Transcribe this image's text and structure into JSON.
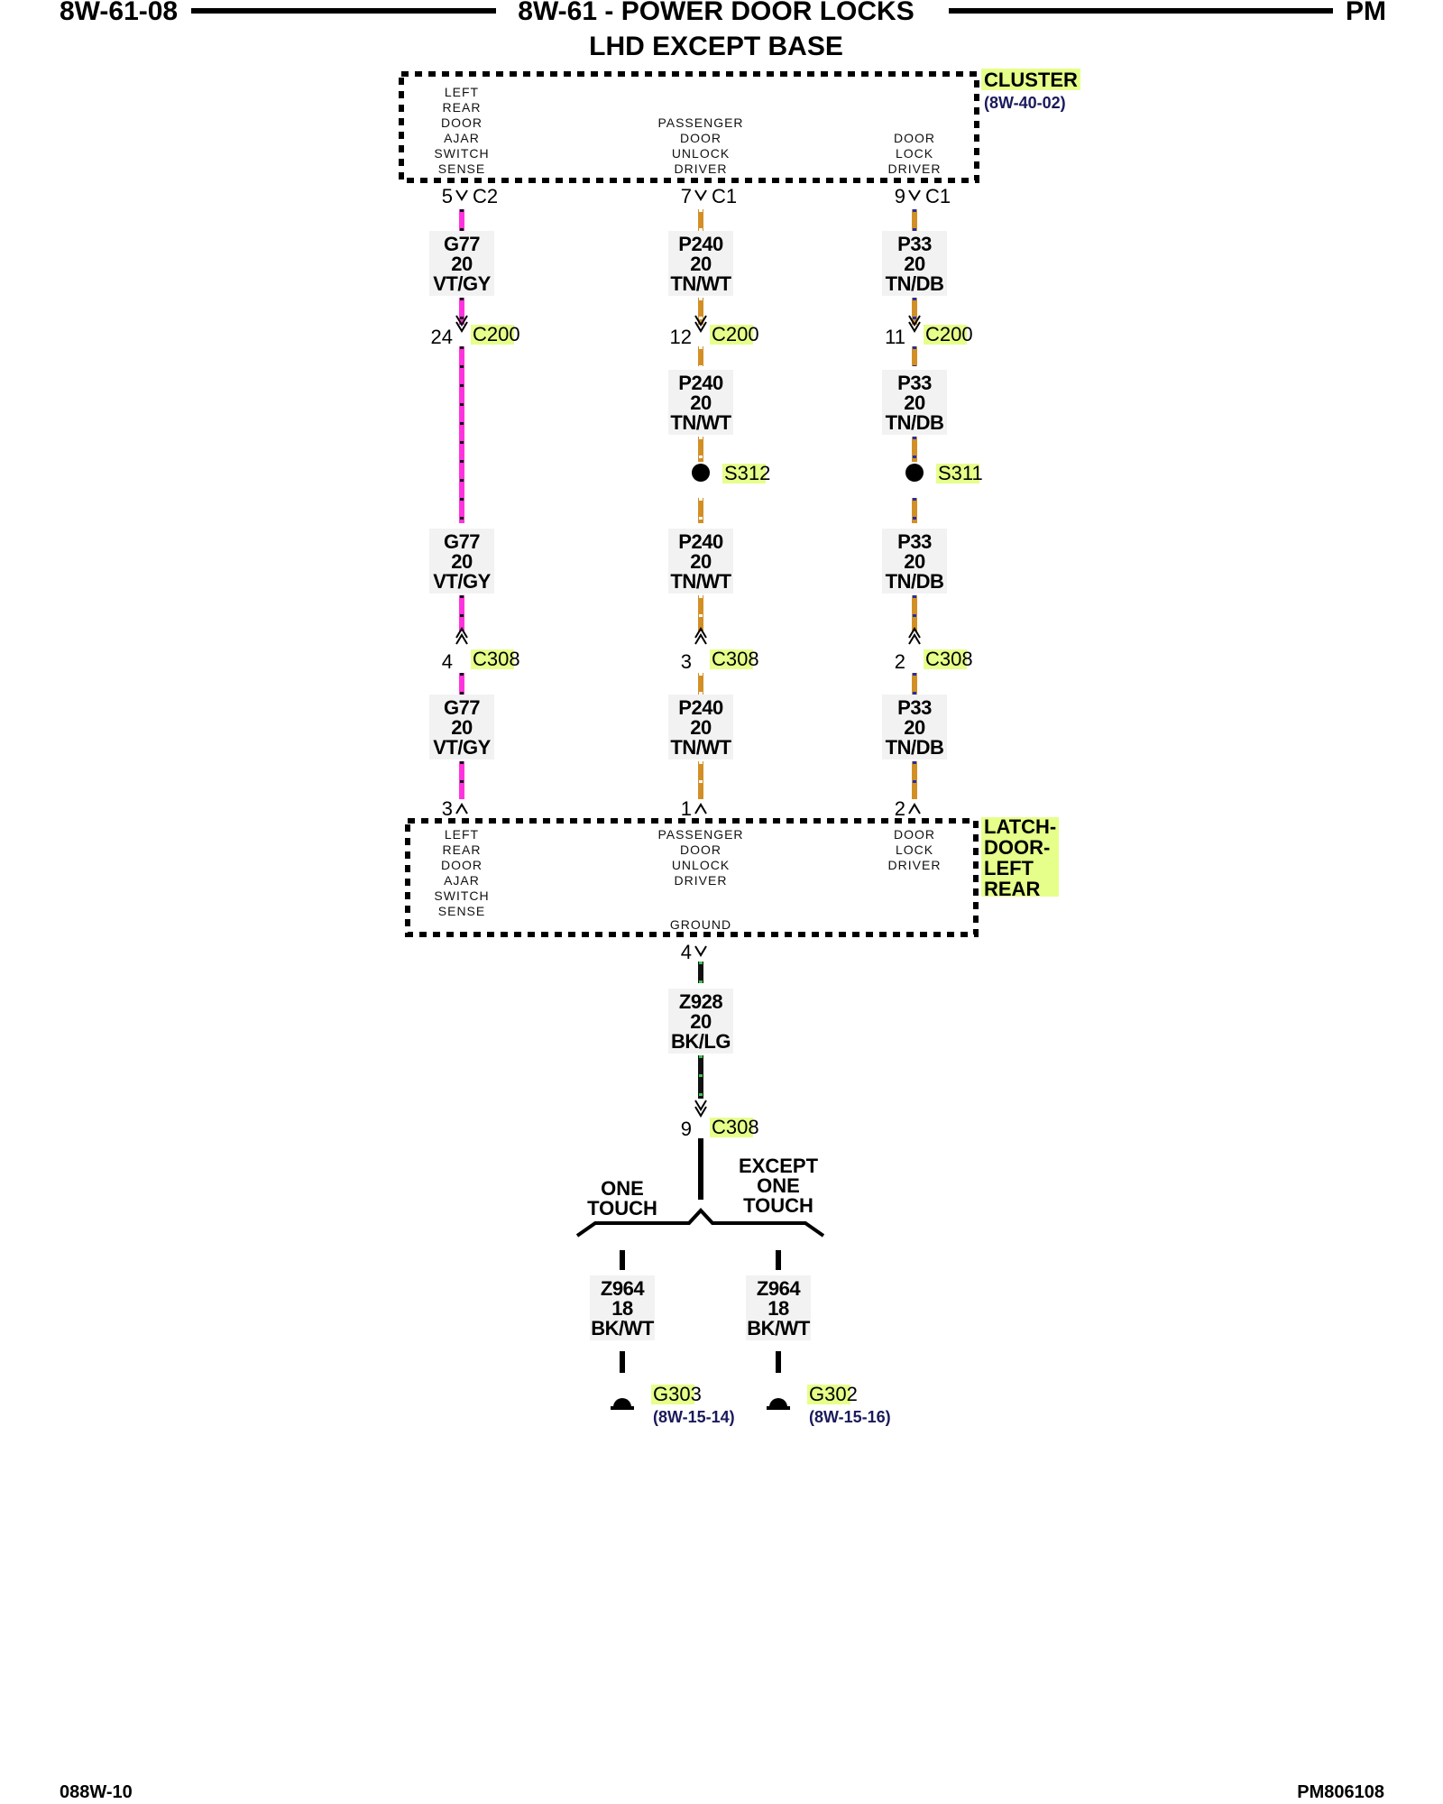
{
  "header": {
    "left": "8W-61-08",
    "center": "8W-61 - POWER DOOR LOCKS",
    "right": "PM",
    "subtitle": "LHD EXCEPT BASE"
  },
  "cluster": {
    "name": "CLUSTER",
    "ref": "(8W-40-02)",
    "pins": [
      {
        "lines": [
          "LEFT",
          "REAR",
          "DOOR",
          "AJAR",
          "SWITCH",
          "SENSE"
        ]
      },
      {
        "lines": [
          "PASSENGER",
          "DOOR",
          "UNLOCK",
          "DRIVER"
        ]
      },
      {
        "lines": [
          "DOOR",
          "LOCK",
          "DRIVER"
        ]
      }
    ]
  },
  "latch": {
    "name_lines": [
      "LATCH-",
      "DOOR-",
      "LEFT",
      "REAR"
    ],
    "pins": [
      {
        "lines": [
          "LEFT",
          "REAR",
          "DOOR",
          "AJAR",
          "SWITCH",
          "SENSE"
        ]
      },
      {
        "lines": [
          "PASSENGER",
          "DOOR",
          "UNLOCK",
          "DRIVER"
        ]
      },
      {
        "lines": [
          "DOOR",
          "LOCK",
          "DRIVER"
        ]
      }
    ],
    "ground_label": "GROUND"
  },
  "circuits": [
    {
      "color_hex": "#ff33dd",
      "stripe_hex": "#111111",
      "wire": [
        "G77",
        "20",
        "VT/GY"
      ],
      "cluster_pin": {
        "num": "5",
        "conn": "C2"
      },
      "c200": {
        "num": "24",
        "conn": "C200"
      },
      "splice": null,
      "c308": {
        "num": "4",
        "conn": "C308"
      },
      "latch_pin": "3"
    },
    {
      "color_hex": "#d28f26",
      "stripe_hex": "#ffffff",
      "wire": [
        "P240",
        "20",
        "TN/WT"
      ],
      "cluster_pin": {
        "num": "7",
        "conn": "C1"
      },
      "c200": {
        "num": "12",
        "conn": "C200"
      },
      "splice": "S312",
      "c308": {
        "num": "3",
        "conn": "C308"
      },
      "latch_pin": "1"
    },
    {
      "color_hex": "#d28f26",
      "stripe_hex": "#1b2fb0",
      "wire": [
        "P33",
        "20",
        "TN/DB"
      ],
      "cluster_pin": {
        "num": "9",
        "conn": "C1"
      },
      "c200": {
        "num": "11",
        "conn": "C200"
      },
      "splice": "S311",
      "c308": {
        "num": "2",
        "conn": "C308"
      },
      "latch_pin": "2"
    }
  ],
  "ground": {
    "latch_pin": "4",
    "wire": [
      "Z928",
      "20",
      "BK/LG"
    ],
    "color_hex": "#111111",
    "stripe_hex": "#3fc24a",
    "c308": {
      "num": "9",
      "conn": "C308"
    },
    "branches": [
      {
        "option": [
          "ONE",
          "TOUCH"
        ],
        "wire": [
          "Z964",
          "18",
          "BK/WT"
        ],
        "ground": "G303",
        "ref": "(8W-15-14)"
      },
      {
        "option": [
          "EXCEPT",
          "ONE",
          "TOUCH"
        ],
        "wire": [
          "Z964",
          "18",
          "BK/WT"
        ],
        "ground": "G302",
        "ref": "(8W-15-16)"
      }
    ]
  },
  "footer": {
    "left": "088W-10",
    "right": "PM806108"
  }
}
